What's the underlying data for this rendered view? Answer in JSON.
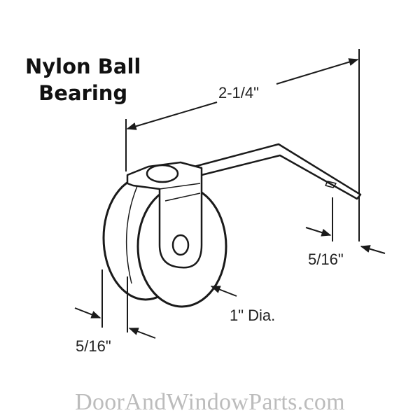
{
  "title": {
    "line1": "Nylon Ball",
    "line2": "Bearing"
  },
  "dimensions": {
    "overall_length": "2-1/4\"",
    "bracket_width": "5/16\"",
    "wheel_width": "5/16\"",
    "wheel_diameter": "1\" Dia."
  },
  "watermark": "DoorAndWindowParts.com",
  "colors": {
    "line": "#1a1a1a",
    "watermark": "#bcbcbc",
    "background": "#ffffff"
  }
}
